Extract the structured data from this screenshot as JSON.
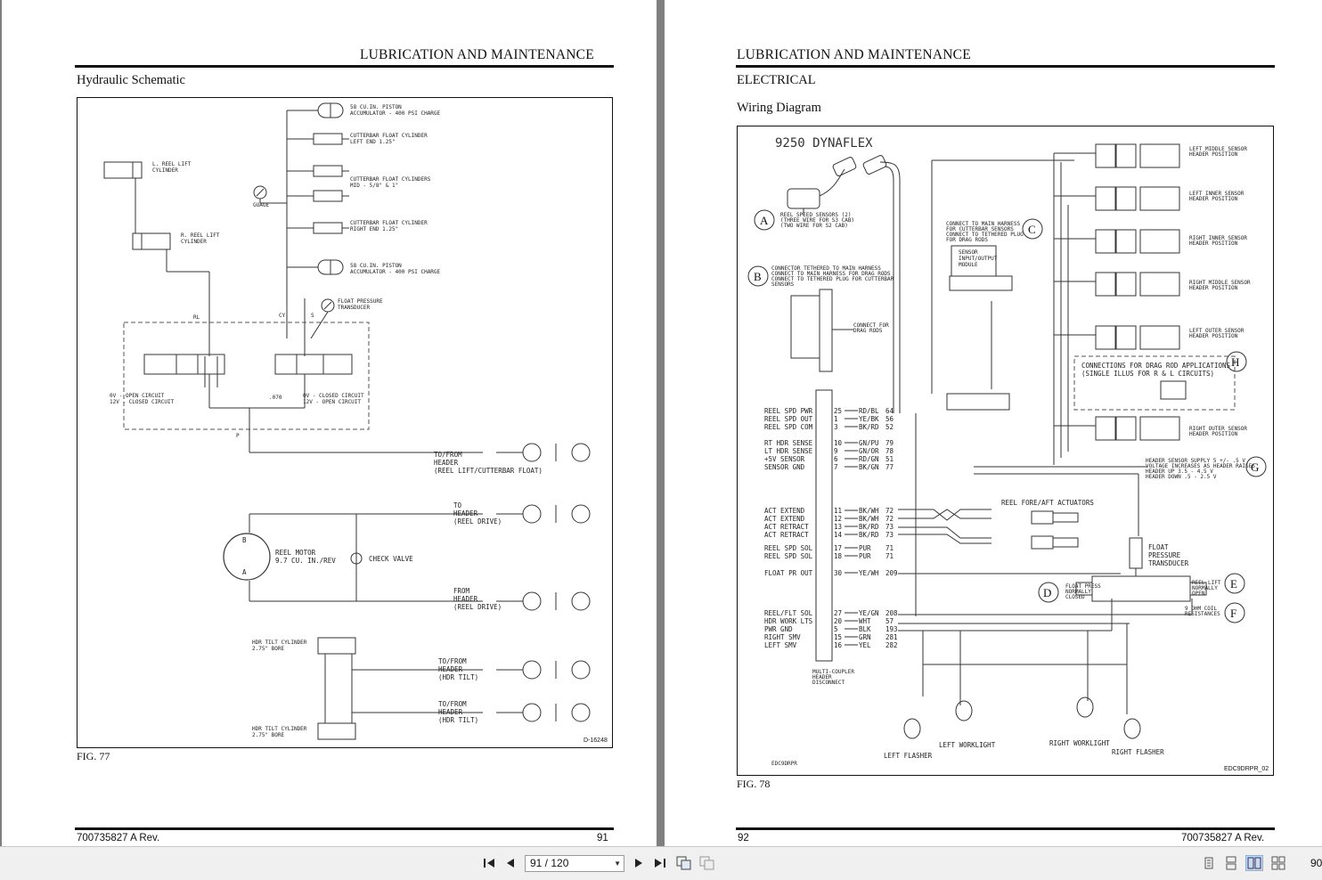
{
  "left_page": {
    "header": "LUBRICATION AND MAINTENANCE",
    "subtitle": "Hydraulic Schematic",
    "figure_label": "FIG. 77",
    "figure_code": "D-16248",
    "footer_doc": "700735827 A Rev.",
    "footer_page": "91",
    "diagram_labels": {
      "accumulator_top_1": "58 CU.IN. PISTON",
      "accumulator_top_2": "ACCUMULATOR - 400 PSI CHARGE",
      "float_left_1": "CUTTERBAR FLOAT CYLINDER",
      "float_left_2": "LEFT END 1.25\"",
      "float_mid_1": "CUTTERBAR FLOAT CYLINDERS",
      "float_mid_2": "MID - 5/8\" & 1\"",
      "float_right_1": "CUTTERBAR FLOAT CYLINDER",
      "float_right_2": "RIGHT END 1.25\"",
      "accumulator_bot_1": "58 CU.IN. PISTON",
      "accumulator_bot_2": "ACCUMULATOR - 400 PSI CHARGE",
      "l_reel_1": "L. REEL LIFT",
      "l_reel_2": "CYLINDER",
      "r_reel_1": "R. REEL LIFT",
      "r_reel_2": "CYLINDER",
      "gauge": "GUAGE",
      "float_pressure_1": "FLOAT PRESSURE",
      "float_pressure_2": "TRANSDUCER",
      "valve_left_1": "0V - OPEN CIRCUIT",
      "valve_left_2": "12V - CLOSED CIRCUIT",
      "valve_right_1": "0V - CLOSED CIRCUIT",
      "valve_right_2": "12V - OPEN CIRCUIT",
      "orifice": ".070",
      "port_rl": "RL",
      "port_cy": "CY",
      "port_s": "S",
      "port_p": "P",
      "tofrom_1": "TO/FROM",
      "tofrom_2": "HEADER",
      "tofrom_3": "(REEL LIFT/CUTTERBAR FLOAT)",
      "to_1": "TO",
      "to_2": "HEADER",
      "to_3": "(REEL DRIVE)",
      "reel_motor_1": "REEL MOTOR",
      "reel_motor_2": "9.7 CU. IN./REV",
      "motor_b": "B",
      "motor_a": "A",
      "check_valve": "CHECK VALVE",
      "from_1": "FROM",
      "from_2": "HEADER",
      "from_3": "(REEL DRIVE)",
      "tilt_top_1": "HDR TILT CYLINDER",
      "tilt_top_2": "2.75\" BORE",
      "tilt_a_1": "TO/FROM",
      "tilt_a_2": "HEADER",
      "tilt_a_3": "(HDR TILT)",
      "tilt_b_1": "TO/FROM",
      "tilt_b_2": "HEADER",
      "tilt_b_3": "(HDR TILT)",
      "tilt_bot_1": "HDR TILT CYLINDER",
      "tilt_bot_2": "2.75\" BORE"
    }
  },
  "right_page": {
    "header": "LUBRICATION AND MAINTENANCE",
    "subtitle": "ELECTRICAL",
    "subtitle2": "Wiring Diagram",
    "figure_label": "FIG. 78",
    "figure_code": "EDC9DRPR_02",
    "figure_code2": "EDC9DRPR",
    "footer_doc": "700735827 A Rev.",
    "footer_page": "92",
    "diagram_title": "9250 DYNAFLEX",
    "callouts": [
      "A",
      "B",
      "C",
      "D",
      "E",
      "F",
      "G",
      "H"
    ],
    "diagram_labels": {
      "reel_speed_1": "REEL SPEED SENSORS (2)",
      "reel_speed_2": "(THREE WIRE FOR S3 CAB)",
      "reel_speed_3": "(TWO WIRE FOR S2 CAB)",
      "tether_1": "CONNECTOR TETHERED TO MAIN HARNESS",
      "tether_2": "CONNECT TO MAIN HARNESS FOR DRAG RODS",
      "tether_3": "CONNECT TO TETHERED PLUG FOR CUTTERBAR",
      "tether_4": "SENSORS",
      "connect_main_1": "CONNECT TO MAIN HARNESS",
      "connect_main_2": "FOR CUTTERBAR SENSORS",
      "connect_main_3": "CONNECT TO TETHERED PLUG",
      "connect_main_4": "FOR DRAG RODS",
      "sensor_io_1": "SENSOR",
      "sensor_io_2": "INPUT/OUTPUT",
      "sensor_io_3": "MODULE",
      "connect_drag_1": "CONNECT FOR",
      "connect_drag_2": "DRAG RODS",
      "sensor_left_middle_1": "LEFT MIDDLE SENSOR",
      "sensor_left_middle_2": "HEADER POSITION",
      "sensor_left_inner_1": "LEFT INNER SENSOR",
      "sensor_left_inner_2": "HEADER POSITION",
      "sensor_right_inner_1": "RIGHT INNER SENSOR",
      "sensor_right_inner_2": "HEADER POSITION",
      "sensor_right_middle_1": "RIGHT MIDDLE SENSOR",
      "sensor_right_middle_2": "HEADER POSITION",
      "sensor_left_outer_1": "LEFT OUTER SENSOR",
      "sensor_left_outer_2": "HEADER POSITION",
      "sensor_right_outer_1": "RIGHT OUTER SENSOR",
      "sensor_right_outer_2": "HEADER POSITION",
      "drag_rod_1": "CONNECTIONS FOR DRAG ROD APPLICATIONS",
      "drag_rod_2": "(SINGLE ILLUS FOR R & L CIRCUITS)",
      "supply_1": "HEADER SENSOR SUPPLY 5 +/- .5 V",
      "supply_2": "VOLTAGE INCREASES AS HEADER RAISES",
      "supply_3": "HEADER UP   3.5 - 4.5 V",
      "supply_4": "HEADER DOWN  .5 - 2.5 V",
      "reel_fore_aft": "REEL FORE/AFT ACTUATORS",
      "float_pressure_1": "FLOAT",
      "float_pressure_2": "PRESSURE",
      "float_pressure_3": "TRANSDUCER",
      "float_press_nc_1": "FLOAT PRESS",
      "float_press_nc_2": "NORMALLY",
      "float_press_nc_3": "CLOSED",
      "reel_lift_no_1": "REEL LIFT",
      "reel_lift_no_2": "NORMALLY",
      "reel_lift_no_3": "OPEN",
      "coil_1": "9 OHM COIL",
      "coil_2": "RESISTANCES",
      "multi_1": "MULTI-COUPLER",
      "multi_2": "HEADER",
      "multi_3": "DISCONNECT",
      "left_worklight": "LEFT WORKLIGHT",
      "right_worklight": "RIGHT WORKLIGHT",
      "left_flasher": "LEFT FLASHER",
      "right_flasher": "RIGHT FLASHER"
    },
    "pins": [
      {
        "name": "REEL SPD PWR",
        "pin": "25",
        "wire": "RD/BL",
        "num": "64"
      },
      {
        "name": "REEL SPD OUT",
        "pin": "1",
        "wire": "YE/BK",
        "num": "56"
      },
      {
        "name": "REEL SPD COM",
        "pin": "3",
        "wire": "BK/RD",
        "num": "52"
      },
      {
        "name": "RT HDR SENSE",
        "pin": "10",
        "wire": "GN/PU",
        "num": "79"
      },
      {
        "name": "LT HDR SENSE",
        "pin": "9",
        "wire": "GN/OR",
        "num": "78"
      },
      {
        "name": "+5V SENSOR",
        "pin": "6",
        "wire": "RD/GN",
        "num": "51"
      },
      {
        "name": "SENSOR GND",
        "pin": "7",
        "wire": "BK/GN",
        "num": "77"
      },
      {
        "name": "ACT EXTEND",
        "pin": "11",
        "wire": "BK/WH",
        "num": "72"
      },
      {
        "name": "ACT EXTEND",
        "pin": "12",
        "wire": "BK/WH",
        "num": "72"
      },
      {
        "name": "ACT RETRACT",
        "pin": "13",
        "wire": "BK/RD",
        "num": "73"
      },
      {
        "name": "ACT RETRACT",
        "pin": "14",
        "wire": "BK/RD",
        "num": "73"
      },
      {
        "name": "REEL SPD SOL",
        "pin": "17",
        "wire": "PUR",
        "num": "71"
      },
      {
        "name": "REEL SPD SOL",
        "pin": "18",
        "wire": "PUR",
        "num": "71"
      },
      {
        "name": "FLOAT PR OUT",
        "pin": "30",
        "wire": "YE/WH",
        "num": "209"
      },
      {
        "name": "REEL/FLT SOL",
        "pin": "27",
        "wire": "YE/GN",
        "num": "208"
      },
      {
        "name": "HDR WORK LTS",
        "pin": "20",
        "wire": "WHT",
        "num": "57"
      },
      {
        "name": "PWR GND",
        "pin": "5",
        "wire": "BLK",
        "num": "193"
      },
      {
        "name": "RIGHT SMV",
        "pin": "15",
        "wire": "GRN",
        "num": "281"
      },
      {
        "name": "LEFT SMV",
        "pin": "16",
        "wire": "YEL",
        "num": "282"
      }
    ]
  },
  "toolbar": {
    "page_value": "91 / 120",
    "zoom_value": "90",
    "icons": [
      "first-page-icon",
      "prev-page-icon",
      "next-page-icon",
      "last-page-icon",
      "copy-icon",
      "paste-icon",
      "single-page-icon",
      "continuous-icon",
      "two-page-icon",
      "two-page-continuous-icon"
    ]
  }
}
